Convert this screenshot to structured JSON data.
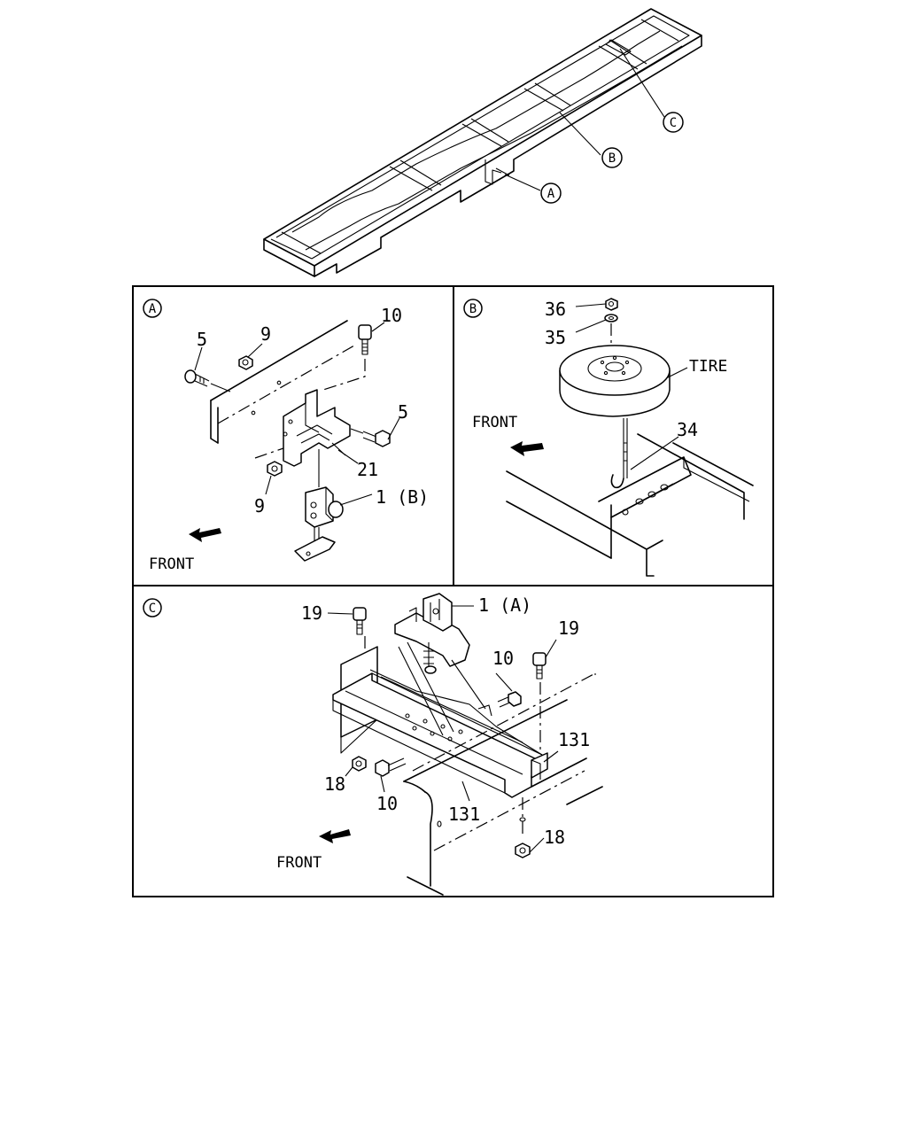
{
  "overview": {
    "callouts": [
      "C",
      "B",
      "A"
    ]
  },
  "panel_a": {
    "letter": "A",
    "labels": [
      "10",
      "9",
      "5",
      "5",
      "21",
      "9",
      "1 (B)"
    ],
    "front": "FRONT"
  },
  "panel_b": {
    "letter": "B",
    "labels": [
      "36",
      "35",
      "TIRE",
      "34"
    ],
    "front": "FRONT"
  },
  "panel_c": {
    "letter": "C",
    "labels": [
      "19",
      "1 (A)",
      "19",
      "10",
      "131",
      "18",
      "10",
      "131",
      "18"
    ],
    "front": "FRONT"
  },
  "colors": {
    "line": "#000000",
    "background": "#ffffff"
  }
}
